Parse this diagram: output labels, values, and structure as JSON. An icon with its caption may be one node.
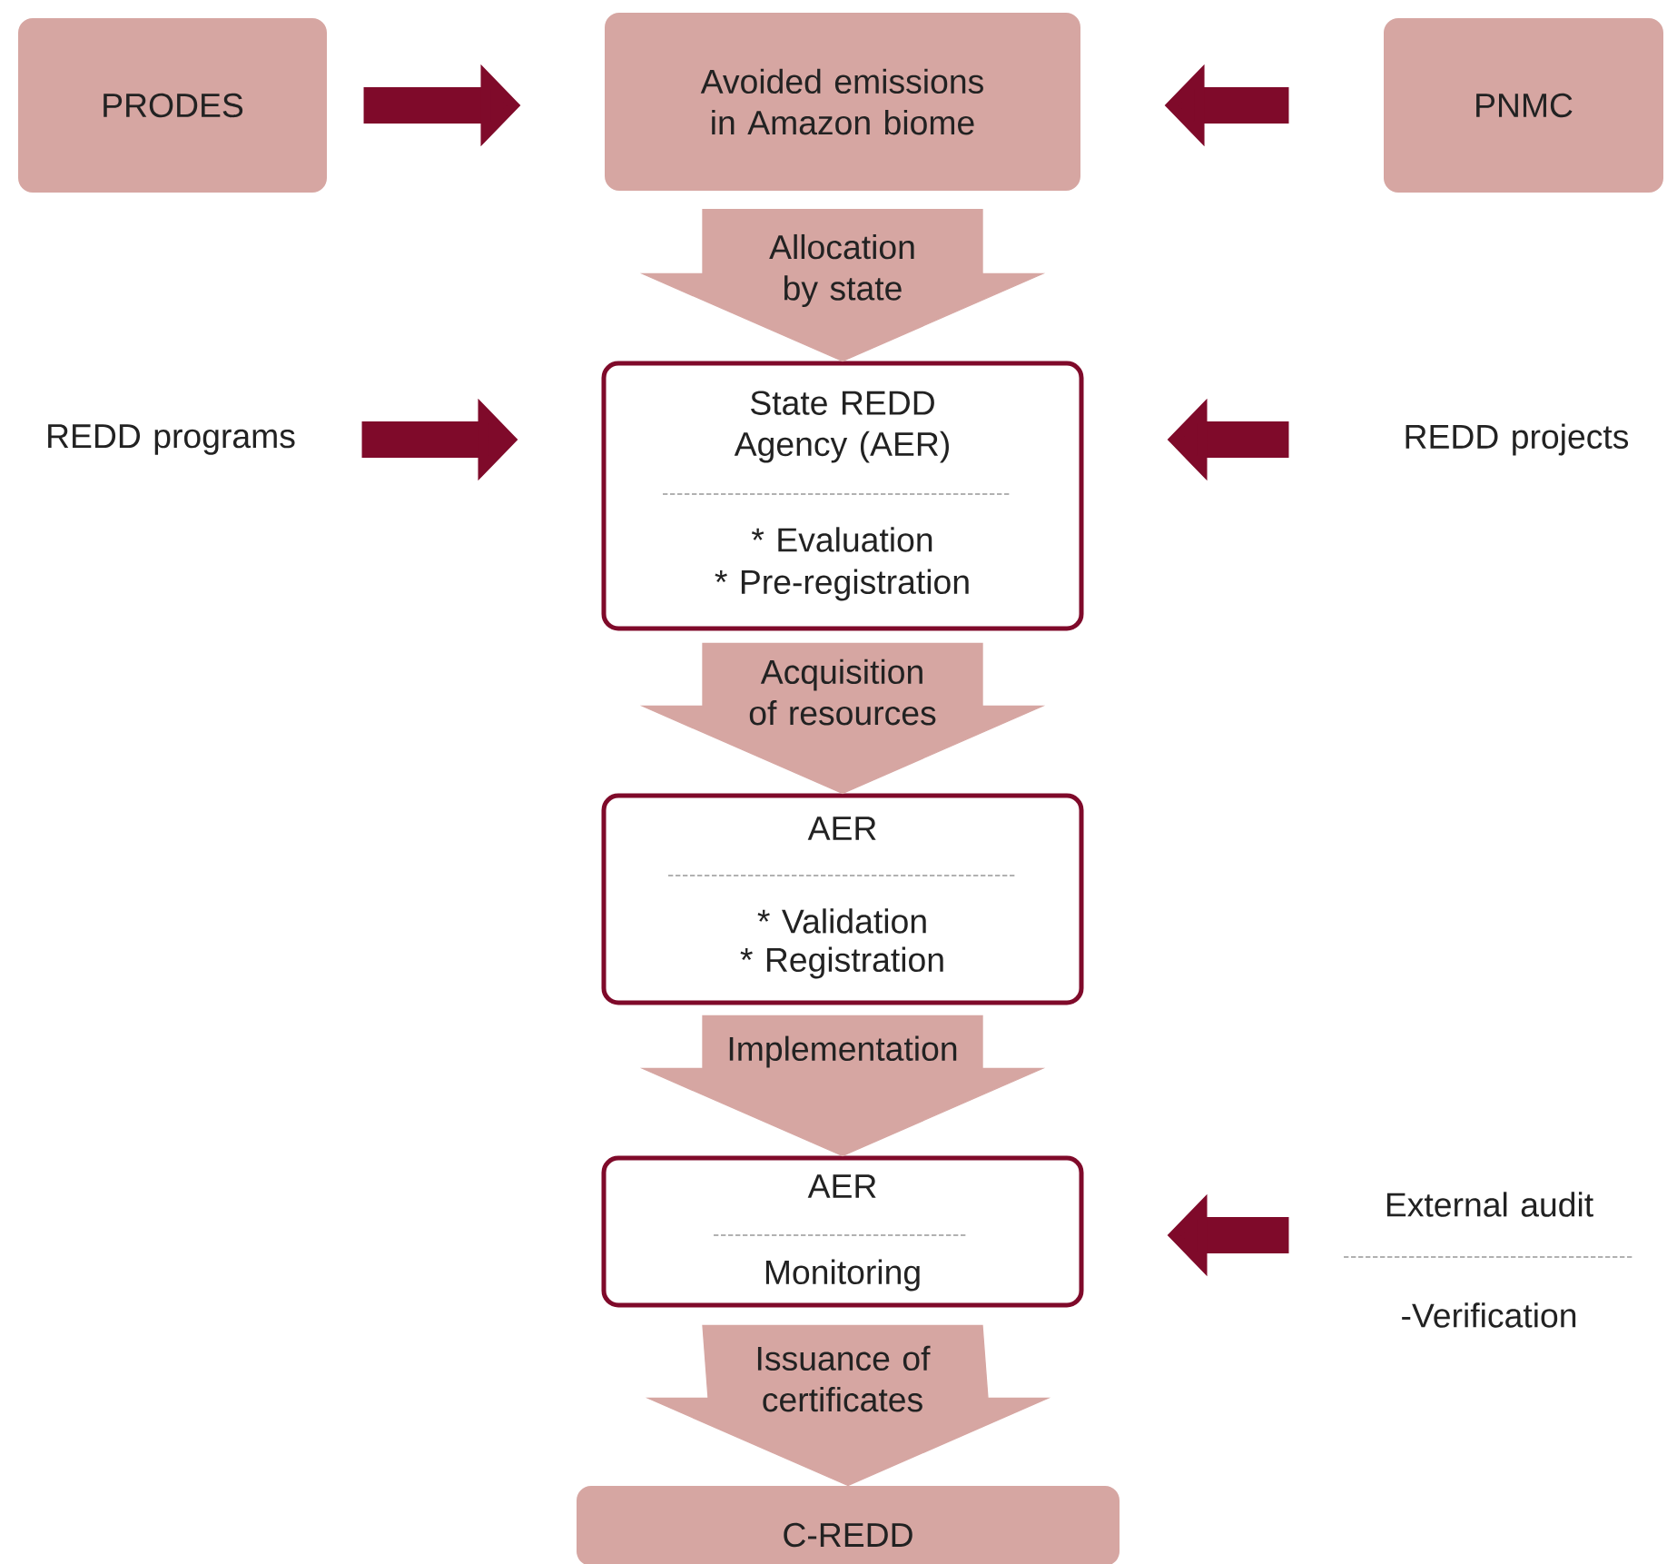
{
  "diagram": {
    "nodes": [
      {
        "text": [
          "PRODES"
        ]
      },
      {
        "text": [
          "Avoided emissions in Amazon biome"
        ]
      },
      {
        "text": [
          "PNMC"
        ]
      },
      {
        "text": [
          "REDD programs"
        ]
      },
      {
        "text": [
          "State REDD Agency (AER)",
          "* Evaluation",
          "* Pre-registration"
        ]
      },
      {
        "text": [
          "REDD projects"
        ]
      },
      {
        "text": [
          "AER",
          "* Validation",
          "* Registration"
        ]
      },
      {
        "text": [
          "AER",
          "Monitoring"
        ]
      },
      {
        "text": [
          "External audit",
          "-Verification"
        ]
      },
      {
        "text": [
          "C-REDD"
        ]
      }
    ],
    "edges": [
      {
        "from": 0,
        "to": 1,
        "arrow": "to"
      },
      {
        "from": 2,
        "to": 1,
        "arrow": "to"
      },
      {
        "from": 1,
        "to": 4,
        "arrow": "to",
        "label": "Allocation by state",
        "style": "thick",
        "color": "#d6a6a2"
      },
      {
        "from": 3,
        "to": 4,
        "arrow": "to"
      },
      {
        "from": 5,
        "to": 4,
        "arrow": "to"
      },
      {
        "from": 4,
        "to": 6,
        "arrow": "to",
        "label": "Acquisition of resources",
        "style": "thick",
        "color": "#d6a6a2"
      },
      {
        "from": 6,
        "to": 7,
        "arrow": "to",
        "label": "Implementation",
        "style": "thick",
        "color": "#d6a6a2"
      },
      {
        "from": 8,
        "to": 7,
        "arrow": "to"
      },
      {
        "from": 7,
        "to": 9,
        "arrow": "to",
        "label": "Issuance of certificates",
        "style": "thick",
        "color": "#d6a6a2"
      }
    ]
  }
}
